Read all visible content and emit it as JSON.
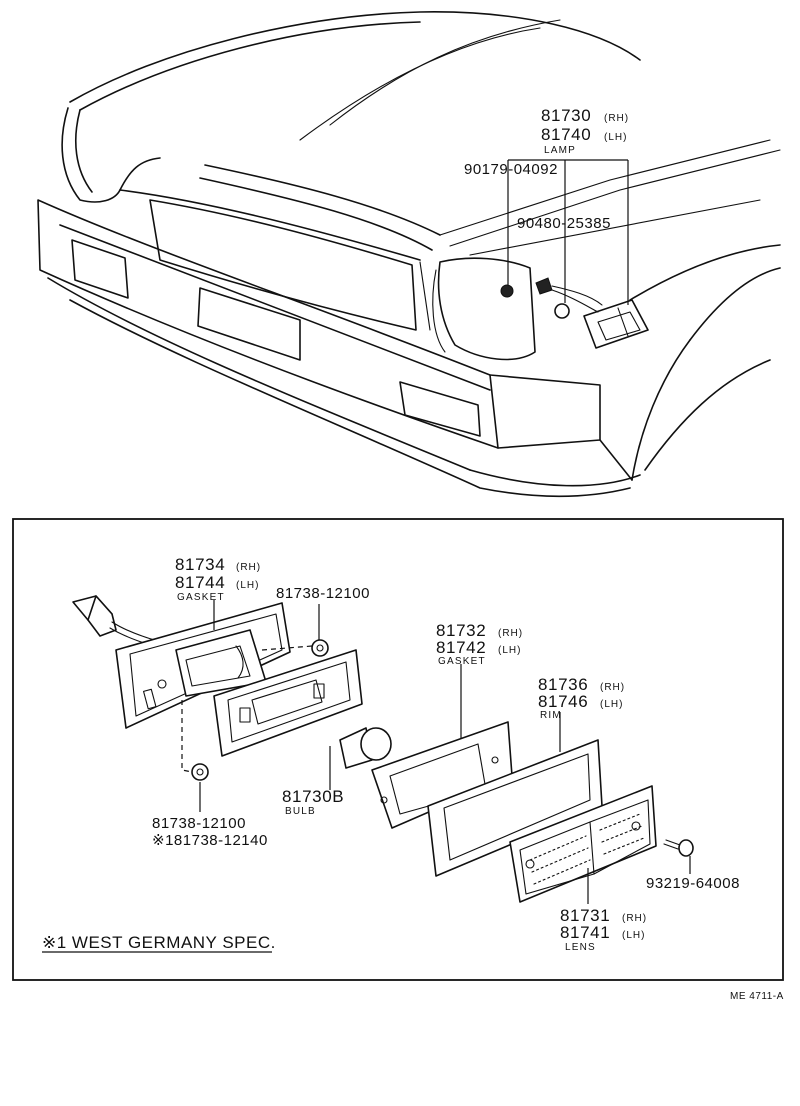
{
  "top_callouts": {
    "lamp_rh": {
      "number": "81730",
      "side": "(RH)"
    },
    "lamp_lh": {
      "number": "81740",
      "side": "(LH)"
    },
    "lamp_desc": "LAMP",
    "part_a": "90179-04092",
    "part_b": "90480-25385"
  },
  "detail_callouts": {
    "gasket1_rh": {
      "number": "81734",
      "side": "(RH)"
    },
    "gasket1_lh": {
      "number": "81744",
      "side": "(LH)"
    },
    "gasket1_desc": "GASKET",
    "nut_top": "81738-12100",
    "nut_bottom": "81738-12100",
    "nut_bottom_alt": "※181738-12140",
    "gasket2_rh": {
      "number": "81732",
      "side": "(RH)"
    },
    "gasket2_lh": {
      "number": "81742",
      "side": "(LH)"
    },
    "gasket2_desc": "GASKET",
    "rim_rh": {
      "number": "81736",
      "side": "(RH)"
    },
    "rim_lh": {
      "number": "81746",
      "side": "(LH)"
    },
    "rim_desc": "RIM",
    "bulb_number": "81730B",
    "bulb_desc": "BULB",
    "screw": "93219-64008",
    "lens_rh": {
      "number": "81731",
      "side": "(RH)"
    },
    "lens_lh": {
      "number": "81741",
      "side": "(LH)"
    },
    "lens_desc": "LENS"
  },
  "footnote": "※1 WEST GERMANY SPEC.",
  "drawing_ref": "ME 4711-A"
}
